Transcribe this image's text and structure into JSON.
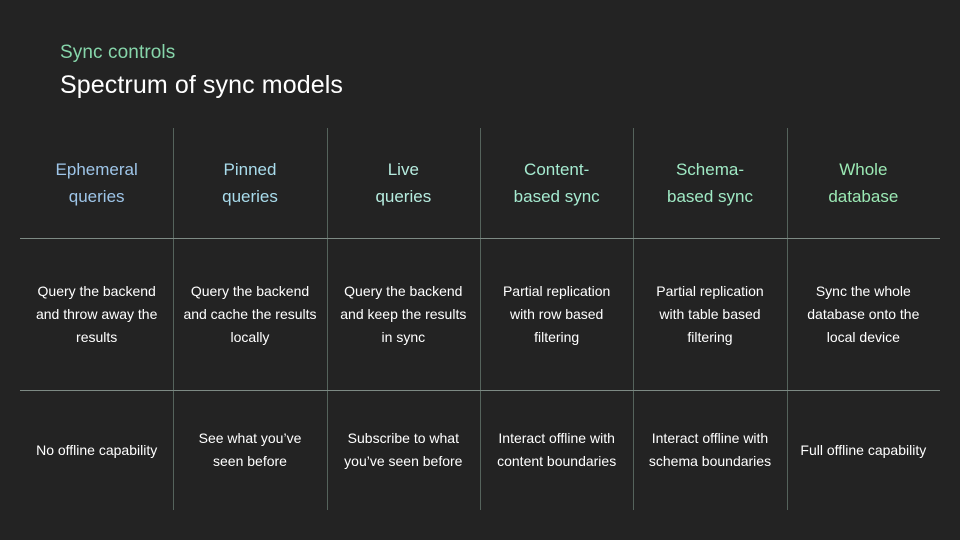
{
  "header": {
    "eyebrow": "Sync controls",
    "title": "Spectrum of sync models"
  },
  "colors": {
    "background": "#232323",
    "eyebrow": "#86d5aa",
    "title": "#ffffff",
    "body_text": "#ffffff",
    "divider": "#55635c",
    "row_separator": "#7d8a84",
    "header_gradient": [
      "#9ec5e8",
      "#a9dcec",
      "#b6ecdf",
      "#a5ead0",
      "#9fe9c4",
      "#9be9b4"
    ]
  },
  "table": {
    "columns": [
      {
        "header": "Ephemeral\nqueries",
        "header_line1": "Ephemeral",
        "header_line2": "queries",
        "color": "#9ec5e8",
        "description": "Query the backend and throw away the results",
        "offline": "No offline capability"
      },
      {
        "header": "Pinned\nqueries",
        "header_line1": "Pinned",
        "header_line2": "queries",
        "color": "#a9dcec",
        "description": "Query the backend and cache the results locally",
        "offline": "See what you’ve seen before"
      },
      {
        "header": "Live\nqueries",
        "header_line1": "Live",
        "header_line2": "queries",
        "color": "#b6ecdf",
        "description": "Query the backend and keep the results in sync",
        "offline": "Subscribe to what you’ve seen before"
      },
      {
        "header": "Content-\nbased sync",
        "header_line1": "Content-",
        "header_line2": "based sync",
        "color": "#a5ead0",
        "description": "Partial replication with row based filtering",
        "offline": "Interact offline with content boundaries"
      },
      {
        "header": "Schema-\nbased sync",
        "header_line1": "Schema-",
        "header_line2": "based sync",
        "color": "#9fe9c4",
        "description": "Partial replication with table based filtering",
        "offline": "Interact offline with schema boundaries"
      },
      {
        "header": "Whole\ndatabase",
        "header_line1": "Whole",
        "header_line2": "database",
        "color": "#9be9b4",
        "description": "Sync the whole database onto the local device",
        "offline": "Full offline capability"
      }
    ]
  }
}
